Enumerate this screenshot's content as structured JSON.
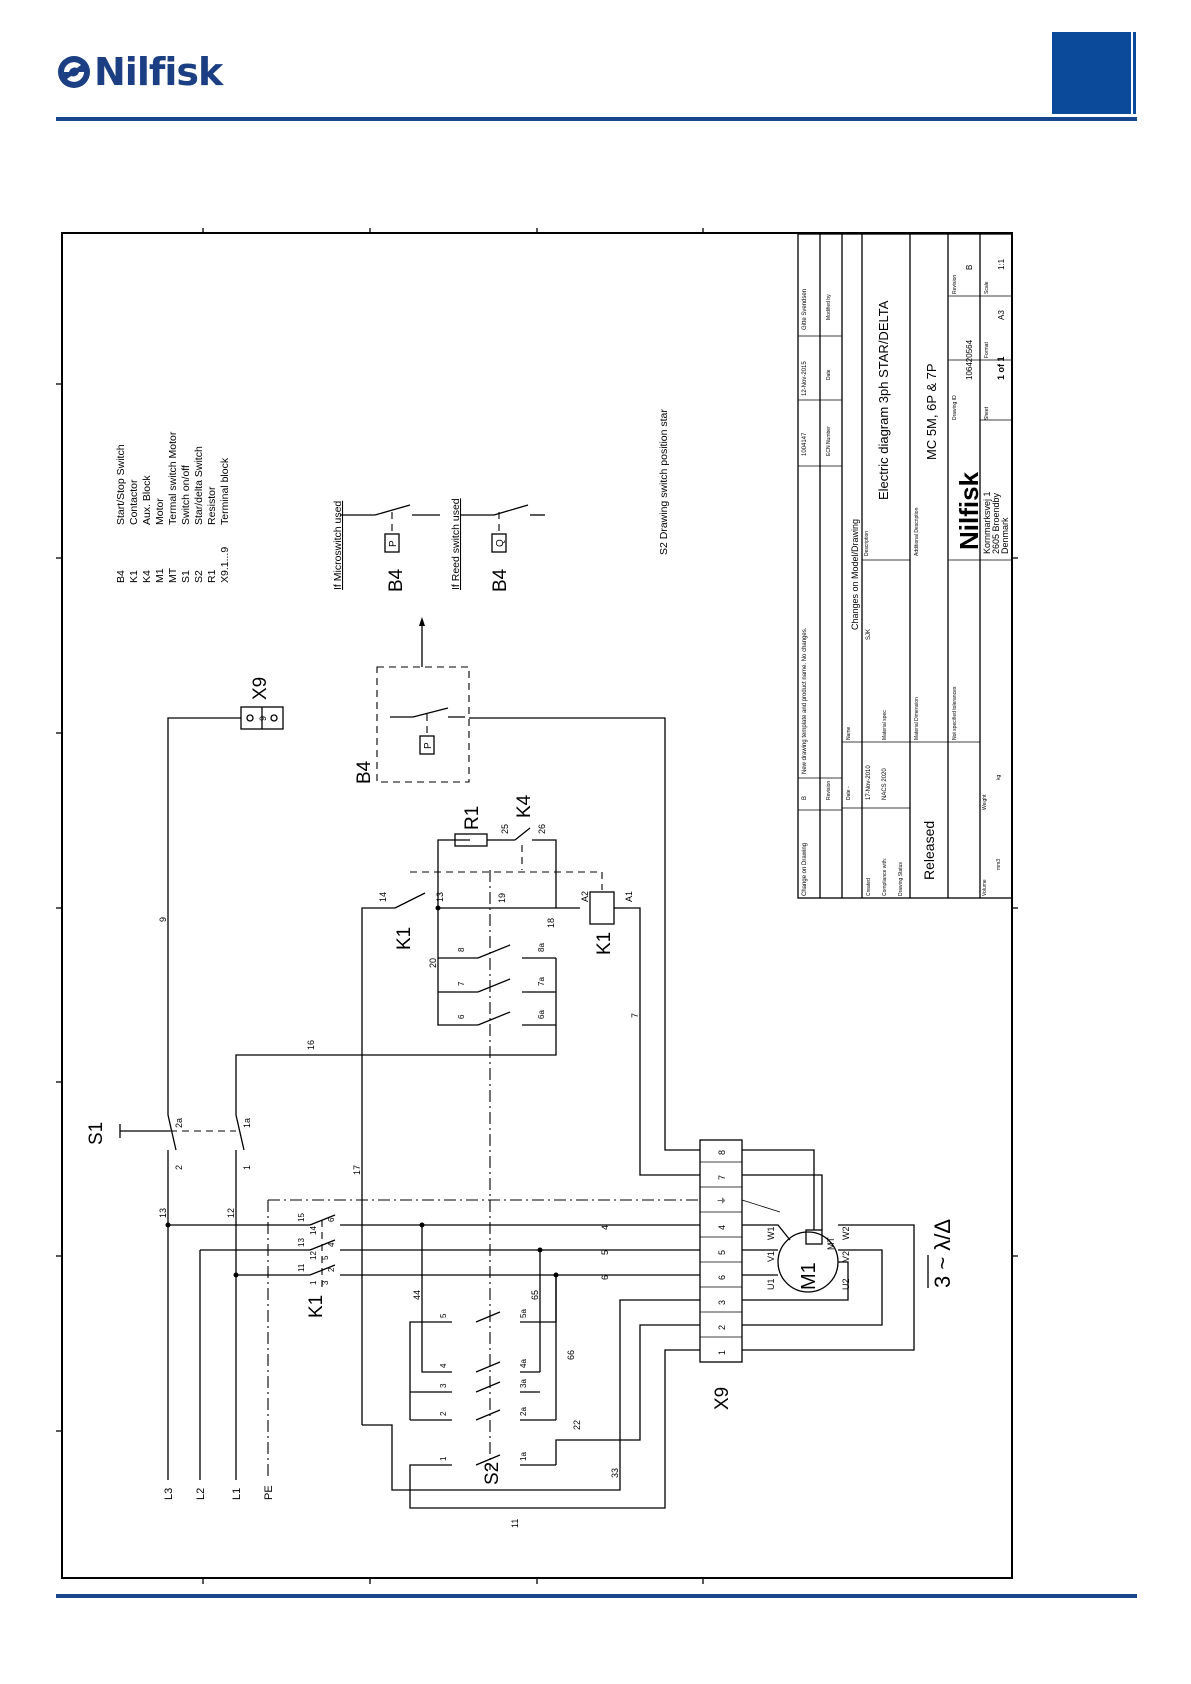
{
  "header": {
    "brand_name": "Nilfisk"
  },
  "legend": {
    "items": [
      {
        "code": "B4",
        "text": "Start/Stop Switch"
      },
      {
        "code": "K1",
        "text": "Contactor"
      },
      {
        "code": "K4",
        "text": "Aux. Block"
      },
      {
        "code": "M1",
        "text": "Motor"
      },
      {
        "code": "MT",
        "text": "Termal switch Motor"
      },
      {
        "code": "S1",
        "text": "Switch on/off"
      },
      {
        "code": "S2",
        "text": "Star/delta Switch"
      },
      {
        "code": "R1",
        "text": "Resistor"
      },
      {
        "code": "X9.1...9",
        "text": "Terminal block"
      }
    ]
  },
  "notes": {
    "microswitch": "If Microswitch used",
    "reed": "If Reed switch used",
    "s2_note": "S2   Drawing switch position star",
    "motor_spec": "3 ~ λ/Δ"
  },
  "components": {
    "s1": "S1",
    "x9": "X9",
    "b4": "B4",
    "b4_micro": "B4",
    "b4_reed": "B4",
    "r1": "R1",
    "k4": "K4",
    "k1_top": "K1",
    "k1_coil": "K1",
    "k1_main": "K1",
    "m1": "M1",
    "mt": "MT",
    "s2": "S2",
    "x9_bottom": "X9",
    "p": "P",
    "q": "Q",
    "u1": "U1",
    "v1": "V1",
    "w1": "W1",
    "u2": "U2",
    "v2": "V2",
    "w2": "W2",
    "a1": "A1",
    "a2": "A2"
  },
  "supply": {
    "l3": "L3",
    "l2": "L2",
    "l1": "L1",
    "pe": "PE"
  },
  "wires": {
    "w9": "9",
    "w16": "16",
    "w17": "17",
    "w13": "13",
    "w12": "12",
    "w20": "20",
    "w19": "19",
    "w18": "18",
    "w7": "7",
    "w44": "44",
    "w65": "65",
    "w66": "66",
    "w22": "22",
    "w33": "33",
    "w11": "11",
    "w4": "4",
    "w5": "5",
    "w6": "6",
    "t14": "14",
    "t13": "13",
    "t25": "25",
    "t26": "26",
    "s1_2": "2",
    "s1_2a": "2a",
    "s1_1": "1",
    "s1_1a": "1a",
    "k1m_1": "1",
    "k1m_2": "2",
    "k1m_3": "3",
    "k1m_4": "4",
    "k1m_5": "5",
    "k1m_6": "6",
    "k1m_11": "11",
    "k1m_12": "12",
    "k1m_13": "13",
    "k1m_14": "14",
    "k1m_15": "15",
    "x9t_9a": "9",
    "x9t_9b": "9",
    "k1s_6": "6",
    "k1s_7": "7",
    "k1s_8": "8",
    "k1s_6a": "6a",
    "k1s_7a": "7a",
    "k1s_8a": "8a",
    "s2_1": "1",
    "s2_2": "2",
    "s2_3": "3",
    "s2_4": "4",
    "s2_5": "5",
    "s2_1a": "1a",
    "s2_2a": "2a",
    "s2_3a": "3a",
    "s2_4a": "4a",
    "s2_5a": "5a"
  },
  "terminals": [
    "8",
    "7",
    "⏚",
    "4",
    "5",
    "6",
    "3",
    "2",
    "1"
  ],
  "title_block": {
    "change_on_drawing": "Change on Drawing",
    "rev_letter": "B",
    "change_desc": "New drawing template and product name. No changes.",
    "ecn": "1004147",
    "ecn_date": "12-Nov-2015",
    "modified_by_name": "Gitte Svendsen",
    "revision_lbl": "Revision",
    "changes_lbl": "Changes on Model/Drawing",
    "ecn_lbl": "ECN Number",
    "date_lbl": "Date",
    "modified_by_lbl": "Modified by",
    "date_col": "Date -",
    "name_col": "Name",
    "desc_lbl": "Description",
    "created_lbl": "Created",
    "created_date": "17-Nov-2010",
    "created_by": "SJK",
    "compliance_lbl": "Compliance with:",
    "compliance_val": "NACS 2020",
    "material_lbl": "Material spec",
    "drawing_status_lbl": "Drawing Status",
    "drawing_status": "Released",
    "title": "Electric diagram 3ph STAR/DELTA",
    "add_desc_lbl": "Additional Description",
    "model": "MC 5M, 6P & 7P",
    "material_dim_lbl": "Material Dimension",
    "tolerances": "Not specified tolerances",
    "volume_lbl": "Volume",
    "volume_unit": "mm3",
    "weight_lbl": "Weight",
    "weight_unit": "kg",
    "logo": "Nilfisk",
    "address_1": "Kornmarksvej 1",
    "address_2": "2605 Broendby",
    "address_3": "Denmark",
    "drawing_id_lbl": "Drawing ID",
    "drawing_id": "106420564",
    "revision_col_lbl": "Revision",
    "revision_val": "B",
    "sheet_lbl": "Sheet",
    "sheet_val": "1 of 1",
    "format_lbl": "Format",
    "format_val": "A3",
    "scale_lbl": "Scale",
    "scale_val": "1:1"
  },
  "colors": {
    "brand_blue": "#1b3f82",
    "rule_blue": "#17468f",
    "corner_blue": "#0b4a9b"
  }
}
